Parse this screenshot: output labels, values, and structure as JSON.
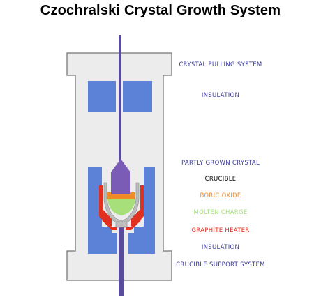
{
  "title": "Czochralski Crystal Growth System",
  "colors": {
    "housing": "#ececec",
    "outline": "#8a8a8a",
    "insulation": "#5b82d6",
    "rod": "#5a4c9a",
    "crystal": "#7a5bb5",
    "crucible": "#bdbdbd",
    "boric_oxide": "#f08c28",
    "molten_charge": "#a7e07a",
    "heater": "#e1301e",
    "label_blue": "#3a3a9a",
    "label_black": "#000000"
  },
  "labels": {
    "crystal_pulling_system": "CRYSTAL PULLING SYSTEM",
    "insulation_top": "INSULATION",
    "partly_grown_crystal": "PARTLY GROWN CRYSTAL",
    "crucible": "CRUCIBLE",
    "boric_oxide": "BORIC OXIDE",
    "molten_charge": "MOLTEN CHARGE",
    "graphite_heater": "GRAPHITE HEATER",
    "insulation_bottom": "INSULATION",
    "crucible_support_system": "CRUCIBLE SUPPORT SYSTEM"
  }
}
